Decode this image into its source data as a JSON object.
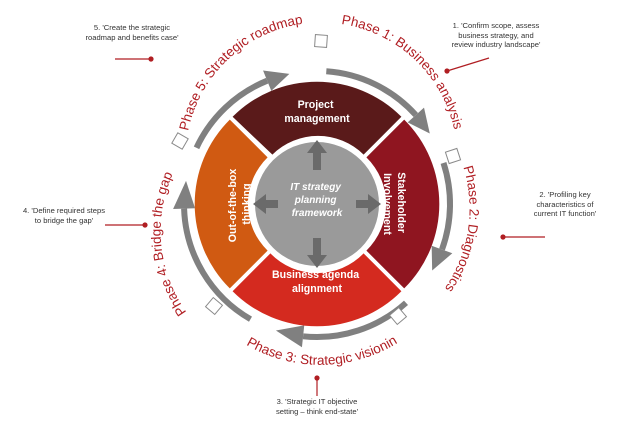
{
  "colors": {
    "ring_gray": "#808080",
    "phase_text": "#b01e23",
    "project_management": "#5a1a1a",
    "stakeholder_involvement": "#8f1520",
    "business_agenda_alignment": "#d42a1f",
    "out_of_the_box_thinking": "#d05a12",
    "center": "#9a9a9a",
    "marker": "#b01e23"
  },
  "phases": {
    "p1": "Phase 1: Business analysis",
    "p2": "Phase 2: Diagnostics",
    "p3": "Phase 3: Strategic visioning",
    "p4": "Phase 4: Bridge the gap",
    "p5": "Phase 5: Strategic roadmap"
  },
  "segments": {
    "project_management": [
      "Project",
      "management"
    ],
    "stakeholder_involvement": [
      "Stakeholder",
      "Involvement"
    ],
    "business_agenda_alignment": [
      "Business agenda",
      "alignment"
    ],
    "out_of_the_box_thinking": [
      "Out-of-the-box",
      "thinking"
    ]
  },
  "center": [
    "IT strategy",
    "planning",
    "framework"
  ],
  "notes": {
    "n1": [
      "1.  'Confirm scope, assess",
      "business strategy, and",
      "review industry landscape'"
    ],
    "n2": [
      "2.  'Profiling key",
      "characteristics of",
      "current IT function'"
    ],
    "n3": [
      "3.  'Strategic IT objective",
      "setting – think end-state'"
    ],
    "n4": [
      "4.  'Define required steps",
      "to bridge the gap'"
    ],
    "n5": [
      "5.  'Create the strategic",
      "roadmap and benefits case'"
    ]
  }
}
